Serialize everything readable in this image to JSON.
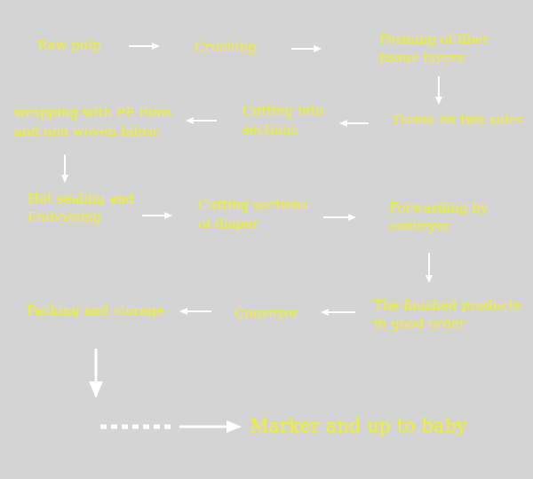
{
  "steps": {
    "raw_pulp": [
      "Raw pulp"
    ],
    "crushing": [
      "Crushing"
    ],
    "forming": [
      "Forming of fiber",
      "tissue layers"
    ],
    "tissue": [
      "Tissue on two sides"
    ],
    "cutting_into_sections": [
      "Cutting into",
      "sections"
    ],
    "wrapping": [
      "wrapping with PE films",
      "and non woven fabric"
    ],
    "hot_sealing": [
      "Hot sealing and",
      "Embossing"
    ],
    "cutting_diaper": [
      "Cutting sections",
      "of diaper"
    ],
    "forwarding": [
      "Forwarding by",
      "conveyer"
    ],
    "finished": [
      "The finished products",
      "in good order"
    ],
    "conveyor": [
      "Conveyor"
    ],
    "packing": [
      "Packing and storage"
    ]
  },
  "final": "Marker and up to baby",
  "colors": {
    "background": "#d4d4d4",
    "text": "#f2f21e",
    "arrow": "#ffffff"
  }
}
